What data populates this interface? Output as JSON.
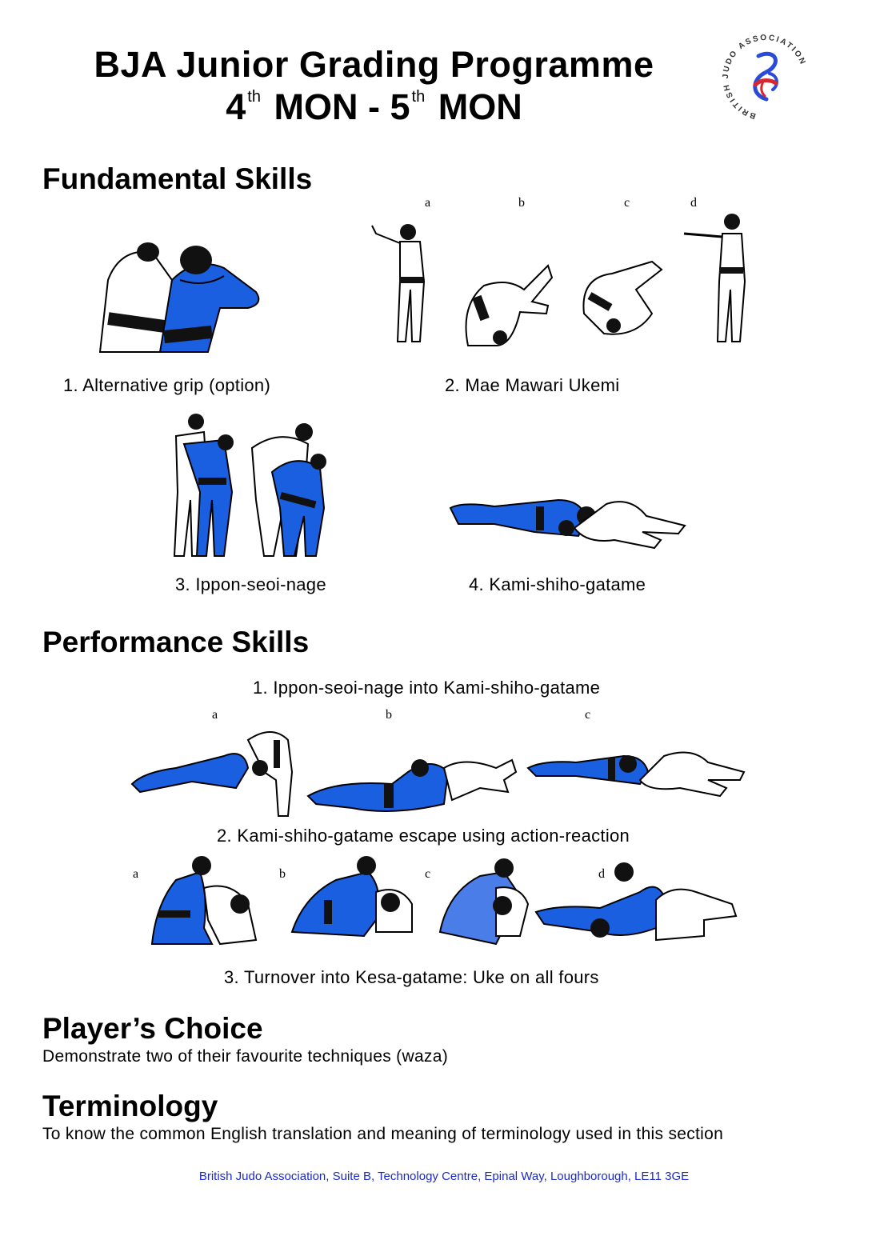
{
  "header": {
    "title_line1": "BJA Junior Grading Programme",
    "title_line2_a": "4",
    "title_line2_a_sup": "th",
    "title_line2_b": "MON - 5",
    "title_line2_b_sup": "th",
    "title_line2_c": "MON",
    "logo_text": "BRITISH JUDO ASSOCIATION"
  },
  "fundamental": {
    "heading": "Fundamental Skills",
    "ukemi_letters": [
      "a",
      "b",
      "c",
      "d"
    ],
    "captions": {
      "c1": "1. Alternative grip (option)",
      "c2": "2. Mae Mawari Ukemi",
      "c3": "3. Ippon-seoi-nage",
      "c4": "4. Kami-shiho-gatame"
    }
  },
  "performance": {
    "heading": "Performance Skills",
    "item1": "1. Ippon-seoi-nage into Kami-shiho-gatame",
    "item1_letters": [
      "a",
      "b",
      "c"
    ],
    "item2": "2. Kami-shiho-gatame escape using action-reaction",
    "item2_letters": [
      "a",
      "b",
      "c",
      "d"
    ],
    "item3": "3. Turnover into Kesa-gatame: Uke on all fours"
  },
  "players_choice": {
    "heading": "Player’s Choice",
    "text": "Demonstrate two of their favourite techniques (waza)"
  },
  "terminology": {
    "heading": "Terminology",
    "text": "To know the common English translation and meaning of terminology used in this section"
  },
  "footer": "British Judo Association, Suite B, Technology Centre, Epinal Way, Loughborough, LE11 3GE",
  "colors": {
    "gi_blue": "#1a5fe0",
    "footer_blue": "#1a2acc",
    "logo_red": "#d8262f"
  }
}
